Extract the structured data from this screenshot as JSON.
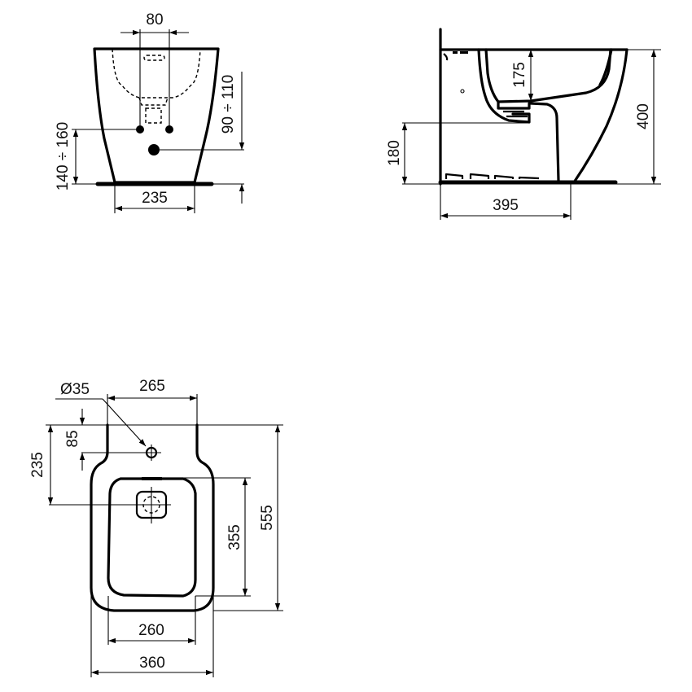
{
  "drawing": {
    "title": "Floor-standing bidet technical drawing",
    "color": "#000000",
    "background": "#ffffff"
  },
  "front_view": {
    "dims": {
      "tap_spacing": "80",
      "supply_height": "140 ÷ 160",
      "waste_height": "90 ÷ 110",
      "base_width": "235"
    }
  },
  "side_view": {
    "dims": {
      "bowl_depth": "175",
      "total_height": "400",
      "outlet_height": "180",
      "depth": "395"
    }
  },
  "top_view": {
    "dims": {
      "tap_hole_diameter": "Ø35",
      "back_width": "265",
      "tap_hole_offset": "85",
      "drain_offset": "235",
      "total_length": "555",
      "bowl_length": "355",
      "bowl_width": "260",
      "total_width": "360"
    }
  }
}
